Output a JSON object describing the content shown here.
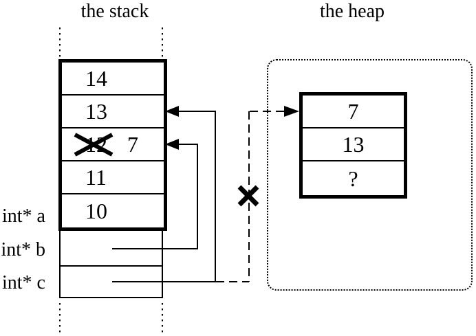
{
  "titles": {
    "stack": "the stack",
    "heap": "the heap"
  },
  "stack": {
    "cells": [
      {
        "value": "14"
      },
      {
        "value": "13"
      },
      {
        "old_value": "12",
        "new_value": "7",
        "crossed_out": true
      },
      {
        "value": "11"
      },
      {
        "value": "10"
      }
    ]
  },
  "pointer_labels": [
    {
      "label": "int* a"
    },
    {
      "label": "int* b"
    },
    {
      "label": "int* c"
    }
  ],
  "heap": {
    "cells": [
      {
        "value": "7"
      },
      {
        "value": "13"
      },
      {
        "value": "?"
      }
    ]
  }
}
